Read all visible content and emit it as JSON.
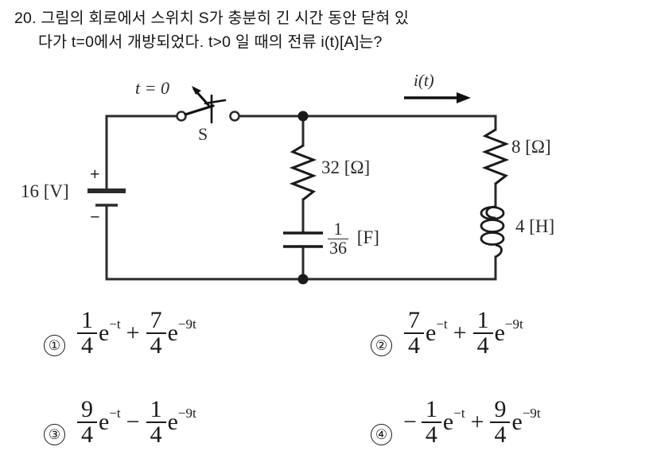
{
  "question": {
    "number": "20.",
    "line1": "20. 그림의 회로에서 스위치 S가 충분히 긴 시간 동안 닫혀 있",
    "line2": "다가 t=0에서 개방되었다. t>0 일 때의 전류 i(t)[A]는?"
  },
  "circuit": {
    "switch_time_label": "t = 0",
    "switch_name_label": "S",
    "current_label": "i(t)",
    "source_label": "16 [V]",
    "source_plus": "+",
    "source_minus": "−",
    "resistor_left_label": "32 [Ω]",
    "capacitor_num": "1",
    "capacitor_den": "36",
    "capacitor_unit": "[F]",
    "resistor_right_label": "8 [Ω]",
    "inductor_label": "4 [H]",
    "line_color": "#2b2b2b"
  },
  "options": [
    {
      "marker": "①",
      "lead_sign": "",
      "t1_num": "1",
      "t1_den": "4",
      "t1_base": "e",
      "t1_exp": "−t",
      "op": "+",
      "t2_num": "7",
      "t2_den": "4",
      "t2_base": "e",
      "t2_exp": "−9t"
    },
    {
      "marker": "②",
      "lead_sign": "",
      "t1_num": "7",
      "t1_den": "4",
      "t1_base": "e",
      "t1_exp": "−t",
      "op": "+",
      "t2_num": "1",
      "t2_den": "4",
      "t2_base": "e",
      "t2_exp": "−9t"
    },
    {
      "marker": "③",
      "lead_sign": "",
      "t1_num": "9",
      "t1_den": "4",
      "t1_base": "e",
      "t1_exp": "−t",
      "op": "−",
      "t2_num": "1",
      "t2_den": "4",
      "t2_base": "e",
      "t2_exp": "−9t"
    },
    {
      "marker": "④",
      "lead_sign": "−",
      "t1_num": "1",
      "t1_den": "4",
      "t1_base": "e",
      "t1_exp": "−t",
      "op": "+",
      "t2_num": "9",
      "t2_den": "4",
      "t2_base": "e",
      "t2_exp": "−9t"
    }
  ]
}
